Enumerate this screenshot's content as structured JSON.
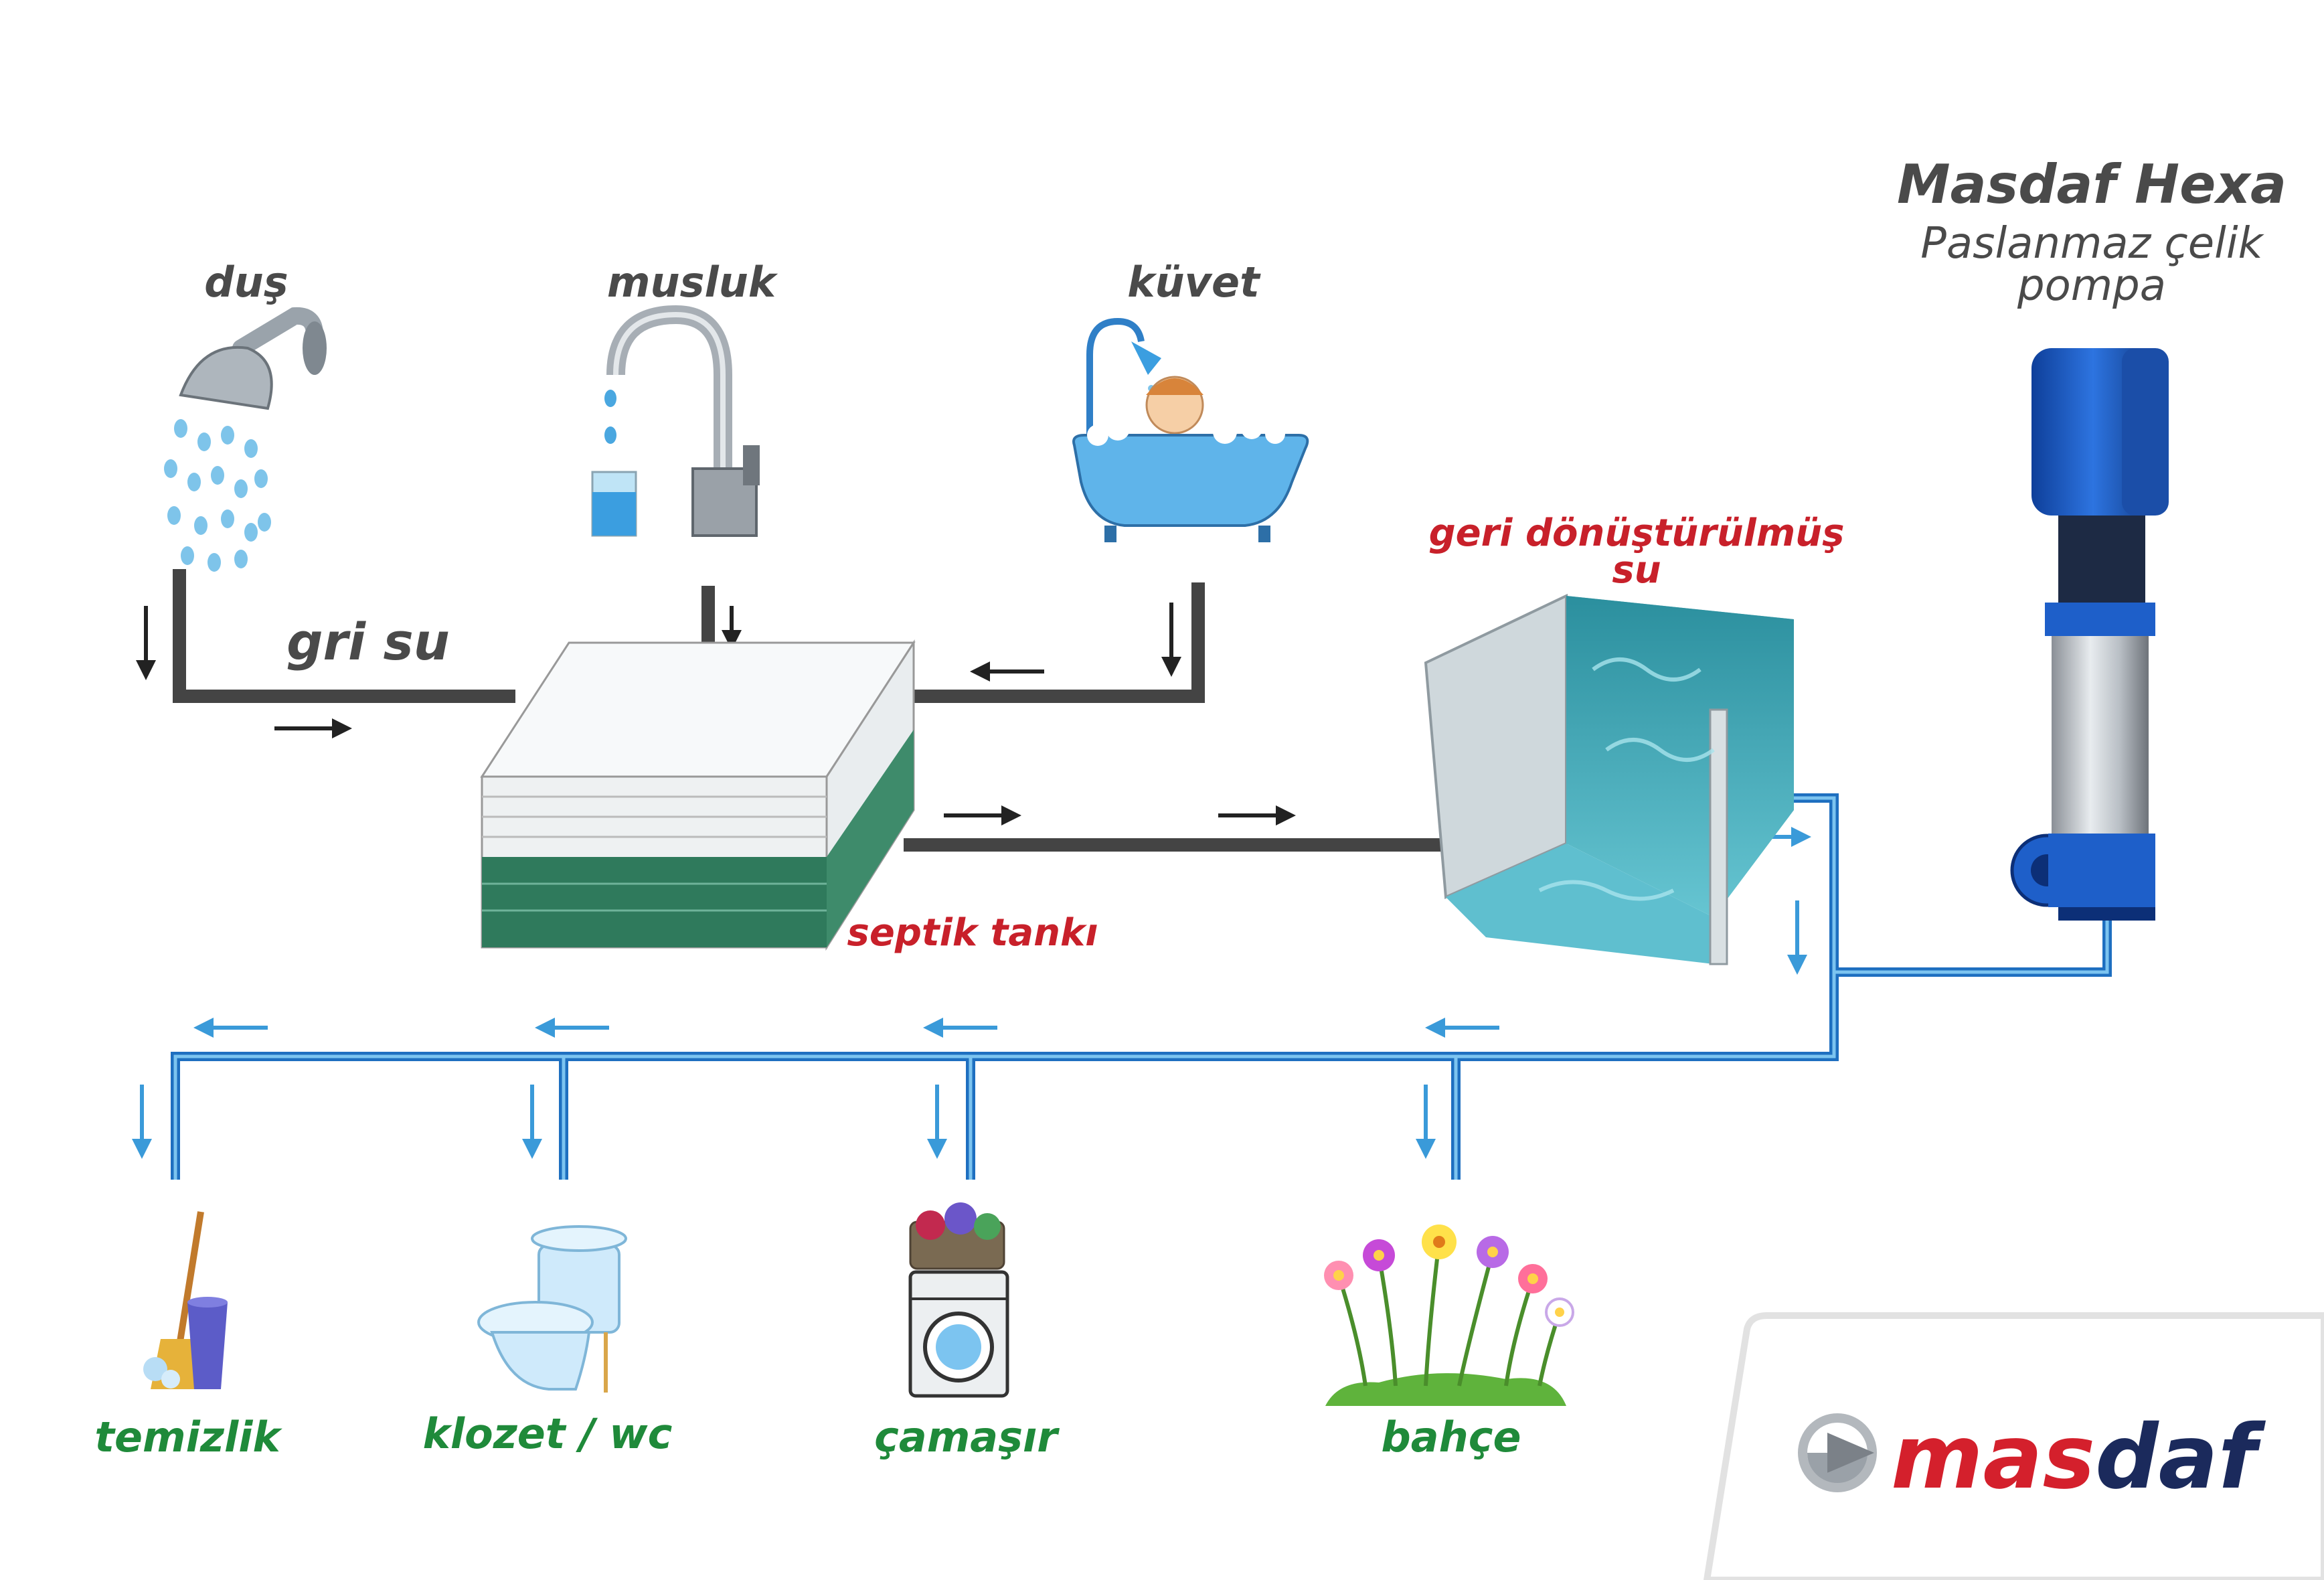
{
  "sources": {
    "shower": "duş",
    "faucet": "musluk",
    "bathtub": "küvet"
  },
  "grey_water": "gri su",
  "septic_tank": "septik tankı",
  "recycled_water": [
    "geri dönüştürülmüş",
    "su"
  ],
  "pump": {
    "title": "Masdaf Hexa",
    "subtitle": [
      "Paslanmaz çelik",
      "pompa"
    ]
  },
  "uses": {
    "cleaning": "temizlik",
    "toilet": "klozet / wc",
    "laundry": "çamaşır",
    "garden": "bahçe"
  },
  "brand": {
    "name_part1": "mas",
    "name_part2": "daf"
  },
  "colors": {
    "grey_pipe": "#444444",
    "blue_pipe": "#1e6fc0",
    "arrow_blue": "#3a9ad9",
    "label_red": "#c8202a",
    "label_green": "#1f8a3a",
    "brand_red": "#d4202c",
    "brand_navy": "#1b2a5c",
    "water": "#3fa7b8"
  }
}
